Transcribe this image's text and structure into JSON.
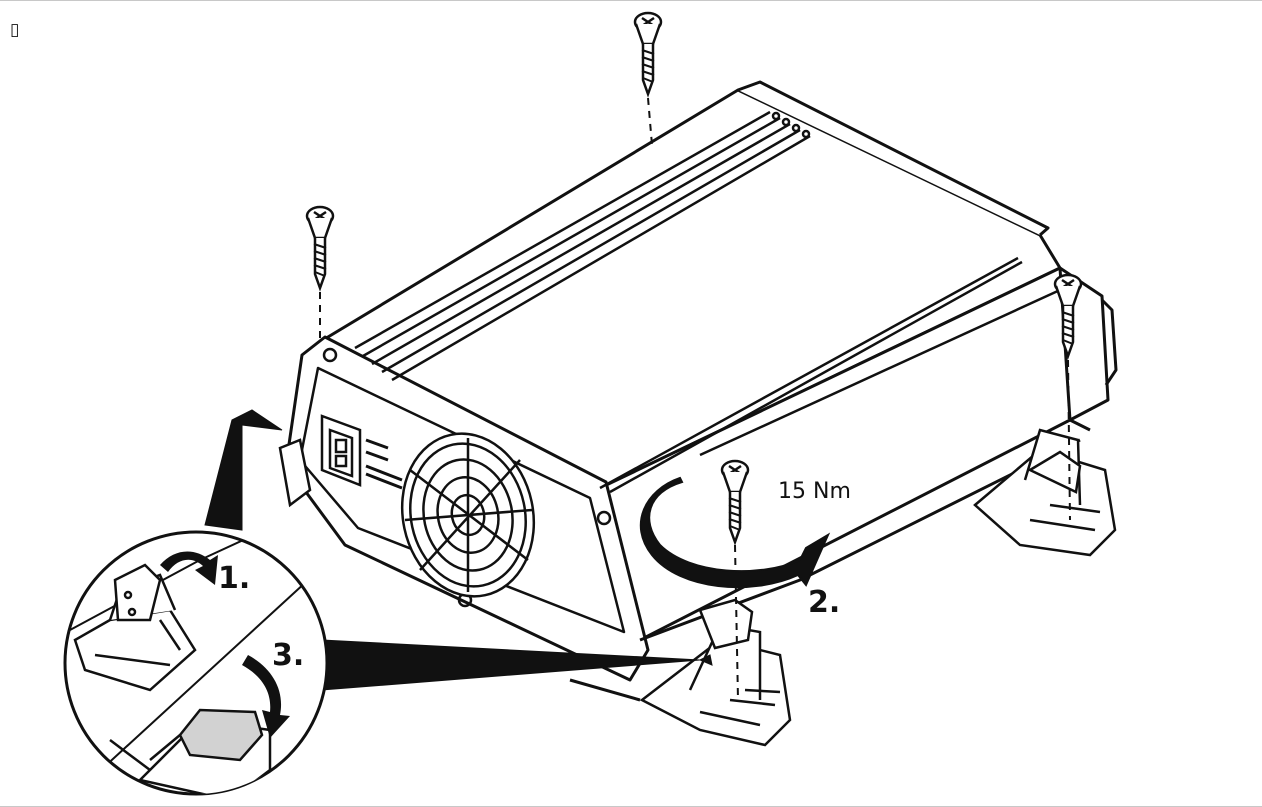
{
  "placeholder_glyph": "▯",
  "torque_label": "15 Nm",
  "steps": {
    "s1": "1.",
    "s2": "2.",
    "s3": "3."
  },
  "colors": {
    "ink": "#111111",
    "paper": "#ffffff",
    "cap_fill": "#d2d2d2",
    "border": "#c8c8c8"
  },
  "icons": [
    "screw-icon",
    "fan-icon",
    "switch-icon",
    "rotation-arrow-icon",
    "curved-arrow-icon"
  ]
}
